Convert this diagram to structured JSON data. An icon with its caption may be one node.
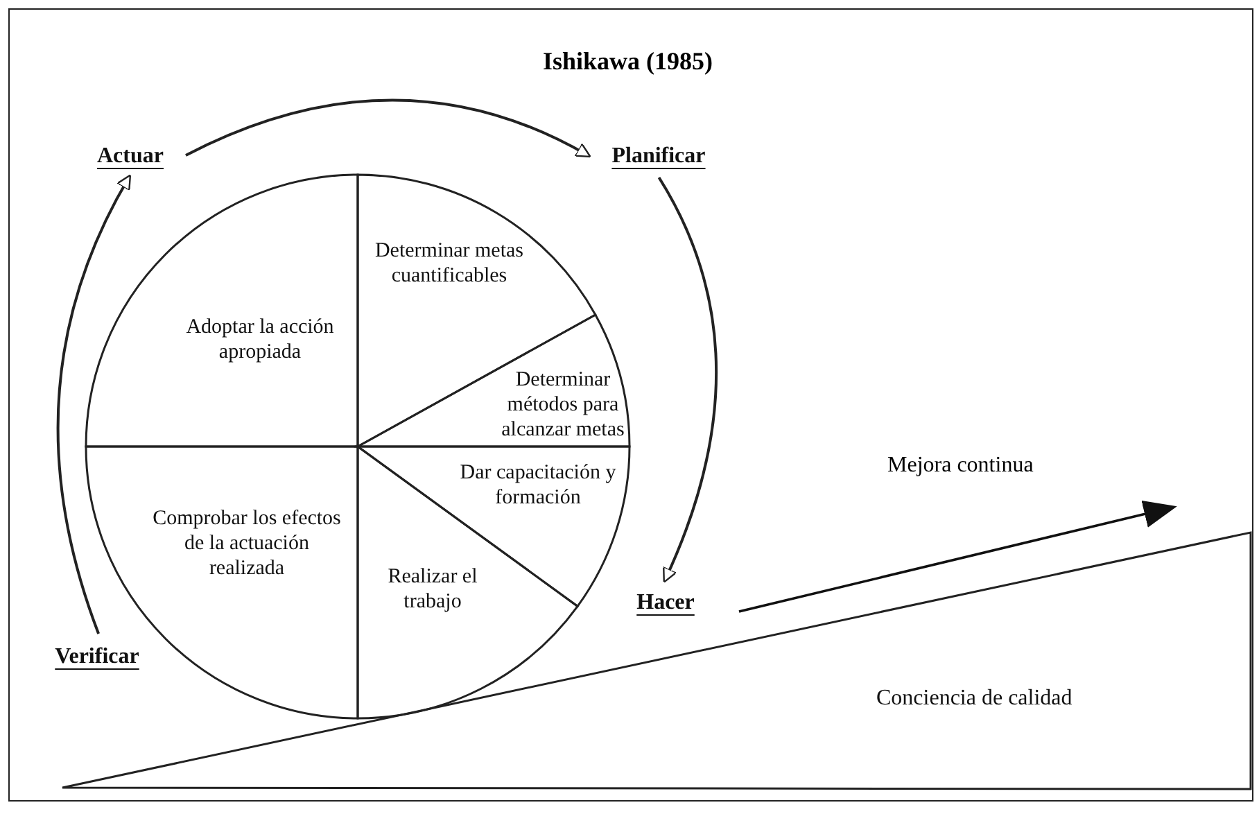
{
  "diagram": {
    "title": "Ishikawa (1985)",
    "nodes": [
      {
        "text": [
          "Actuar"
        ]
      },
      {
        "text": [
          "Planificar"
        ]
      },
      {
        "text": [
          "Adoptar la acción apropiada"
        ]
      },
      {
        "text": [
          "Determinar metas cuantificables"
        ]
      },
      {
        "text": [
          "Determinar métodos para alcanzar metas"
        ]
      },
      {
        "text": [
          "Dar capacitación y formación"
        ]
      },
      {
        "text": [
          "Comprobar los efectos de la actuación realizada"
        ]
      },
      {
        "text": [
          "Realizar el trabajo"
        ]
      },
      {
        "text": [
          "Hacer"
        ]
      },
      {
        "text": [
          "Verificar"
        ]
      },
      {
        "text": [
          "Conciencia de calidad"
        ]
      }
    ],
    "edges": [
      {
        "from": 0,
        "to": 1,
        "arrow": "to"
      },
      {
        "from": 1,
        "to": 8,
        "arrow": "to"
      },
      {
        "from": 9,
        "to": 0,
        "arrow": "to"
      }
    ],
    "labels": [
      "Mejora continua"
    ]
  }
}
